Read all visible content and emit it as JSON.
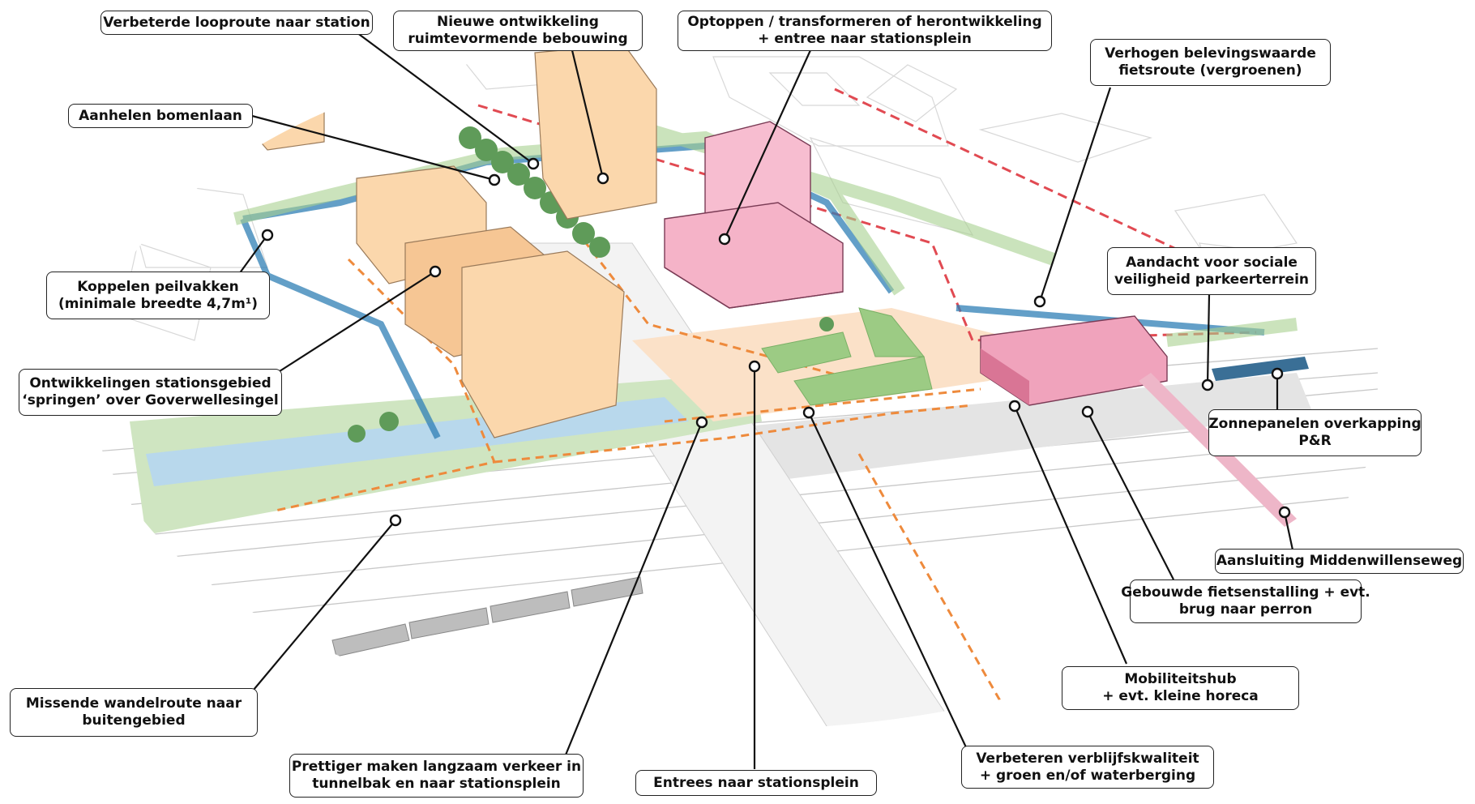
{
  "colors": {
    "accent_orange": "#f08a3a",
    "building_peach": "#fbd7ac",
    "building_pink": "#f4b0c6",
    "green": "#a7cf8e",
    "water_blue": "#2f7fb5",
    "red_route": "#e0404a"
  },
  "callouts": [
    {
      "id": "c1",
      "lines": [
        "Verbeterde looproute naar station"
      ]
    },
    {
      "id": "c2",
      "lines": [
        "Nieuwe ontwikkeling",
        "ruimtevormende bebouwing"
      ]
    },
    {
      "id": "c3",
      "lines": [
        "Optoppen / transformeren of herontwikkeling",
        "+ entree naar stationsplein"
      ]
    },
    {
      "id": "c4",
      "lines": [
        "Verhogen belevingswaarde",
        "fietsroute (vergroenen)"
      ]
    },
    {
      "id": "c5",
      "lines": [
        "Aanhelen bomenlaan"
      ]
    },
    {
      "id": "c6",
      "lines": [
        "Koppelen peilvakken",
        "(minimale breedte 4,7m¹)"
      ]
    },
    {
      "id": "c7",
      "lines": [
        "Ontwikkelingen stationsgebied",
        "‘springen’ over Goverwellesingel"
      ]
    },
    {
      "id": "c8",
      "lines": [
        "Aandacht voor sociale",
        "veiligheid parkeerterrein"
      ]
    },
    {
      "id": "c9",
      "lines": [
        "Zonnepanelen overkapping",
        "P&R"
      ]
    },
    {
      "id": "c10",
      "lines": [
        "Aansluiting Middenwillenseweg"
      ]
    },
    {
      "id": "c11",
      "lines": [
        "Gebouwde fietsenstalling + evt.",
        "brug naar perron"
      ]
    },
    {
      "id": "c12",
      "lines": [
        "Mobiliteitshub",
        "+ evt. kleine horeca"
      ]
    },
    {
      "id": "c13",
      "lines": [
        "Verbeteren verblijfskwaliteit",
        "+ groen en/of waterberging"
      ]
    },
    {
      "id": "c14",
      "lines": [
        "Entrees naar stationsplein"
      ]
    },
    {
      "id": "c15",
      "lines": [
        "Prettiger maken langzaam verkeer in",
        "tunnelbak en naar stationsplein"
      ]
    },
    {
      "id": "c16",
      "lines": [
        "Missende wandelroute naar",
        "buitengebied"
      ]
    }
  ]
}
